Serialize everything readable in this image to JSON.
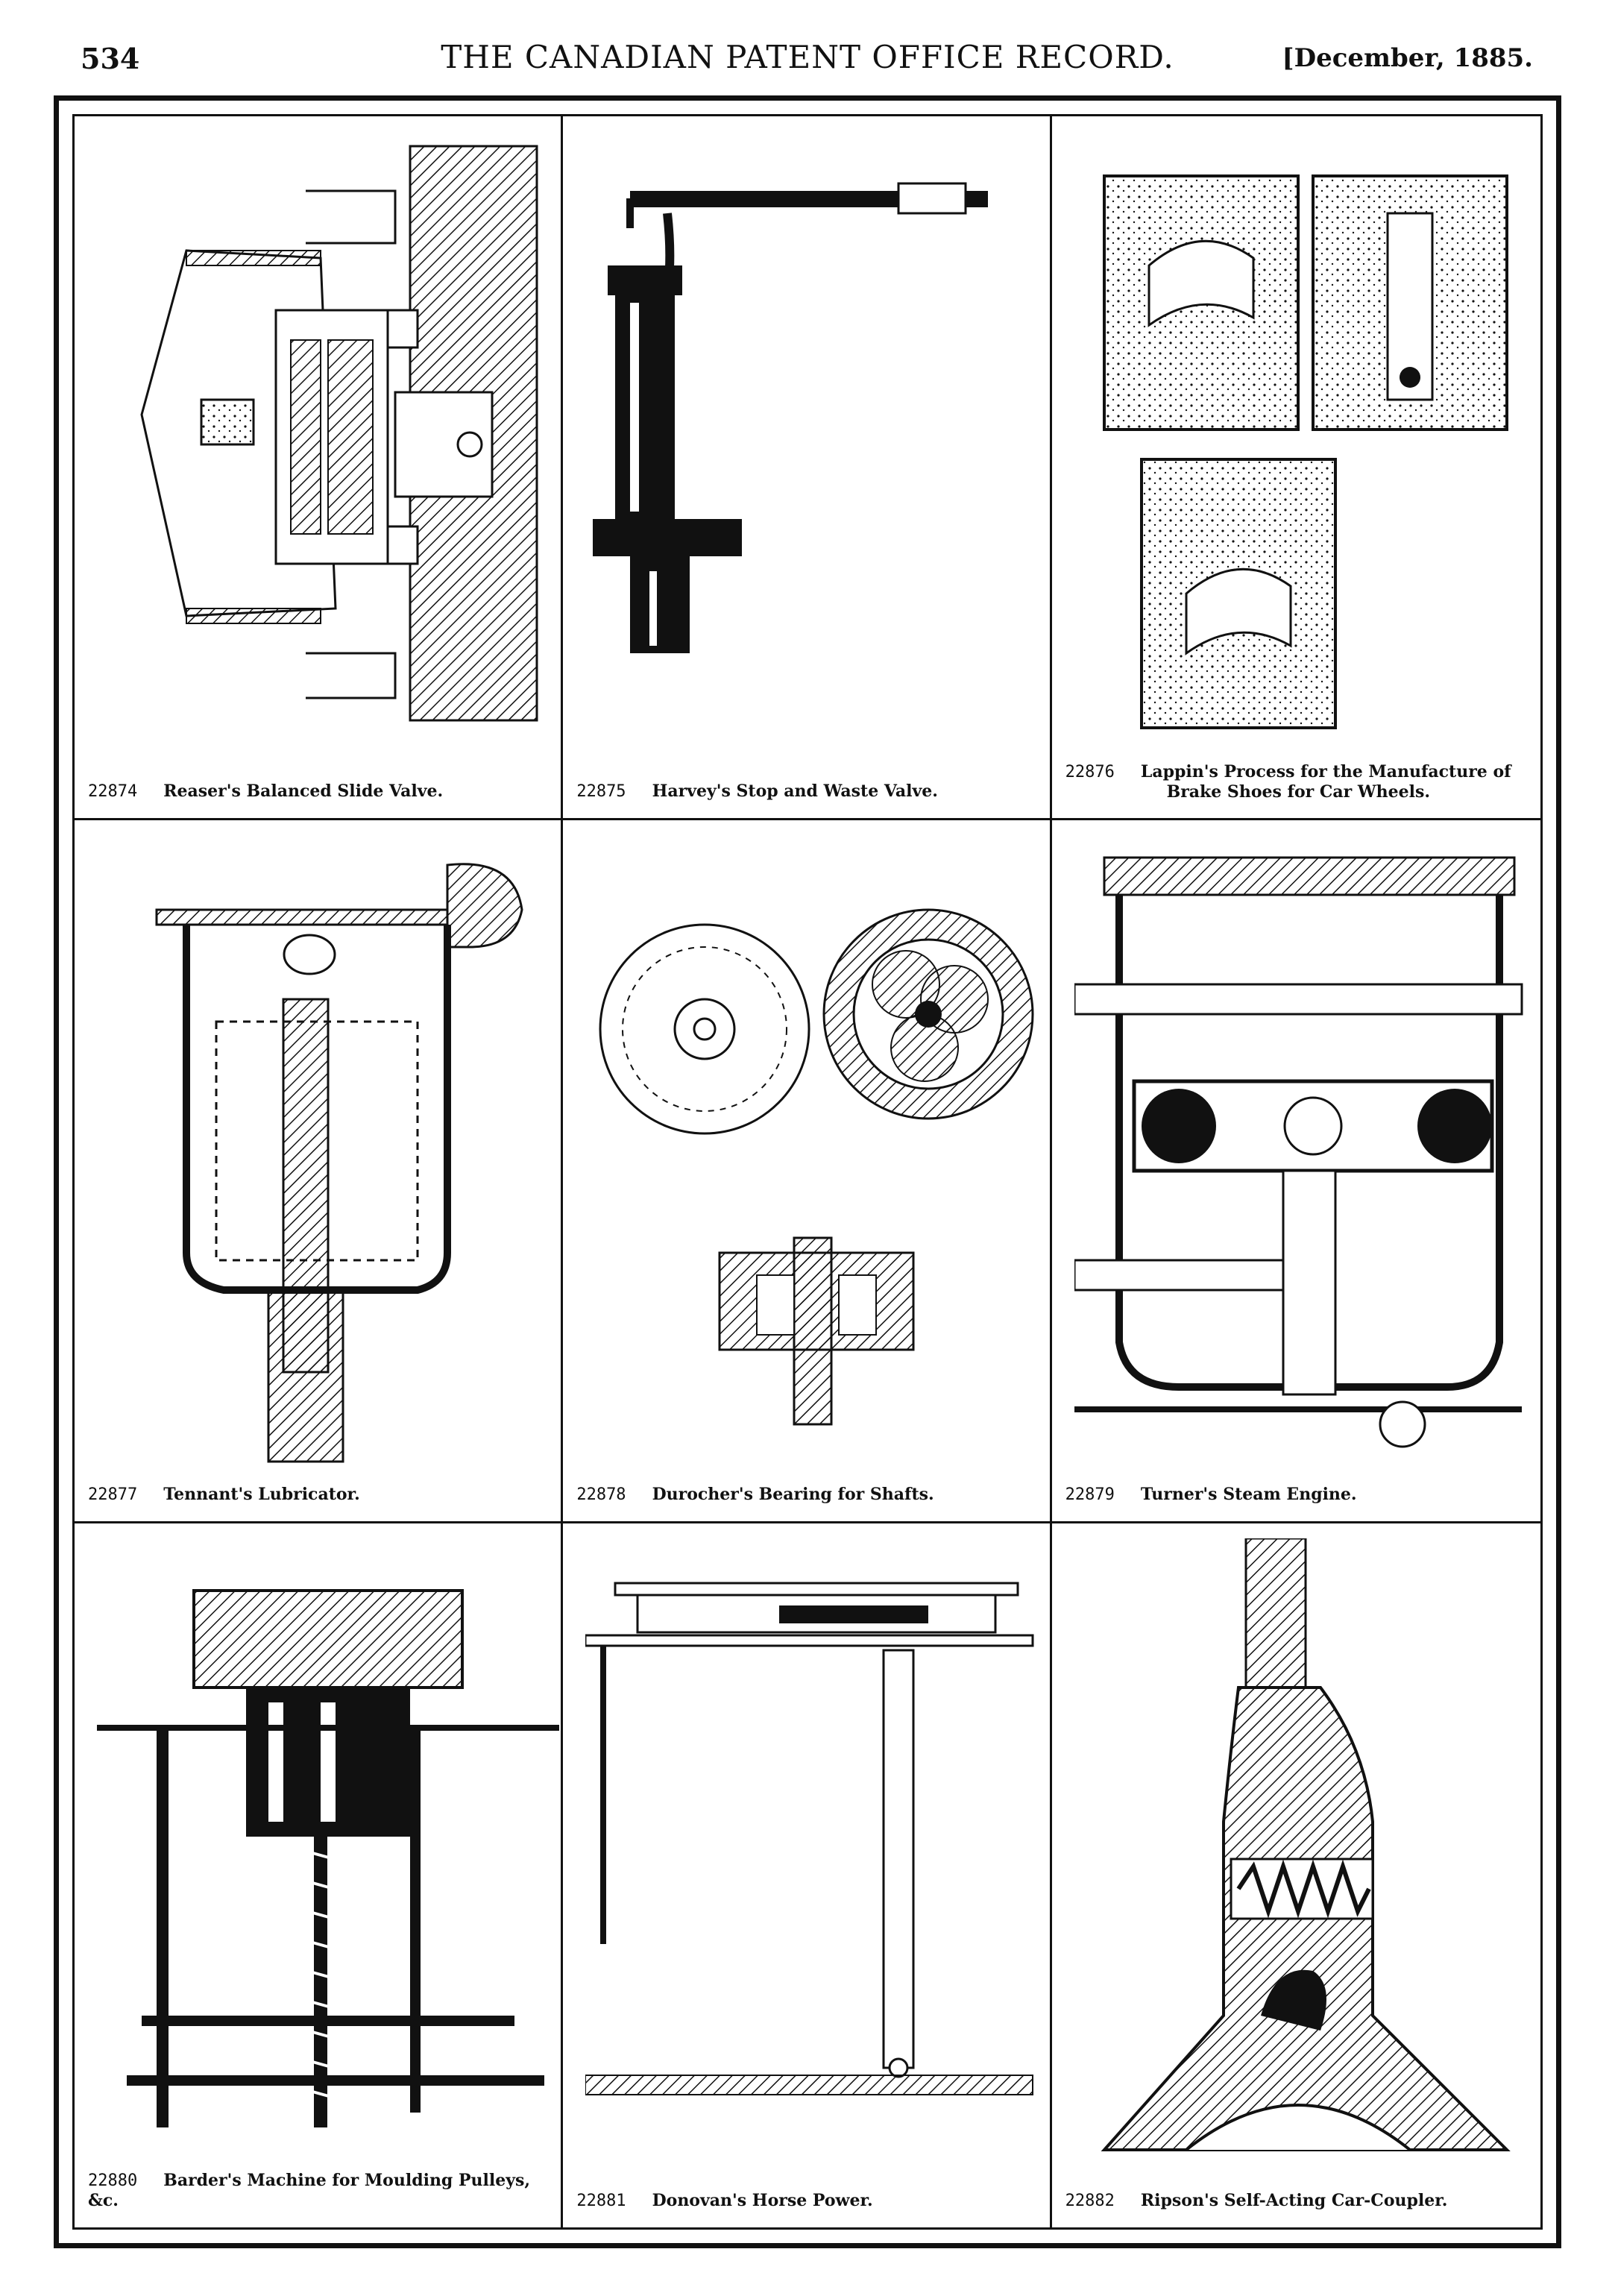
{
  "header": {
    "page_number": "534",
    "title": "THE CANADIAN PATENT OFFICE RECORD.",
    "date": "[December, 1885."
  },
  "figures": [
    {
      "number": "22874",
      "title": "Reaser's Balanced Slide Valve.",
      "title2": ""
    },
    {
      "number": "22875",
      "title": "Harvey's Stop and Waste Valve.",
      "title2": ""
    },
    {
      "number": "22876",
      "title": "Lappin's Process for the Manufacture of",
      "title2": "Brake Shoes for Car Wheels."
    },
    {
      "number": "22877",
      "title": "Tennant's Lubricator.",
      "title2": ""
    },
    {
      "number": "22878",
      "title": "Durocher's Bearing for Shafts.",
      "title2": ""
    },
    {
      "number": "22879",
      "title": "Turner's Steam Engine.",
      "title2": ""
    },
    {
      "number": "22880",
      "title": "Barder's Machine for Moulding Pulleys, &c.",
      "title2": ""
    },
    {
      "number": "22881",
      "title": "Donovan's Horse Power.",
      "title2": ""
    },
    {
      "number": "22882",
      "title": "Ripson's Self-Acting Car-Coupler.",
      "title2": ""
    }
  ]
}
